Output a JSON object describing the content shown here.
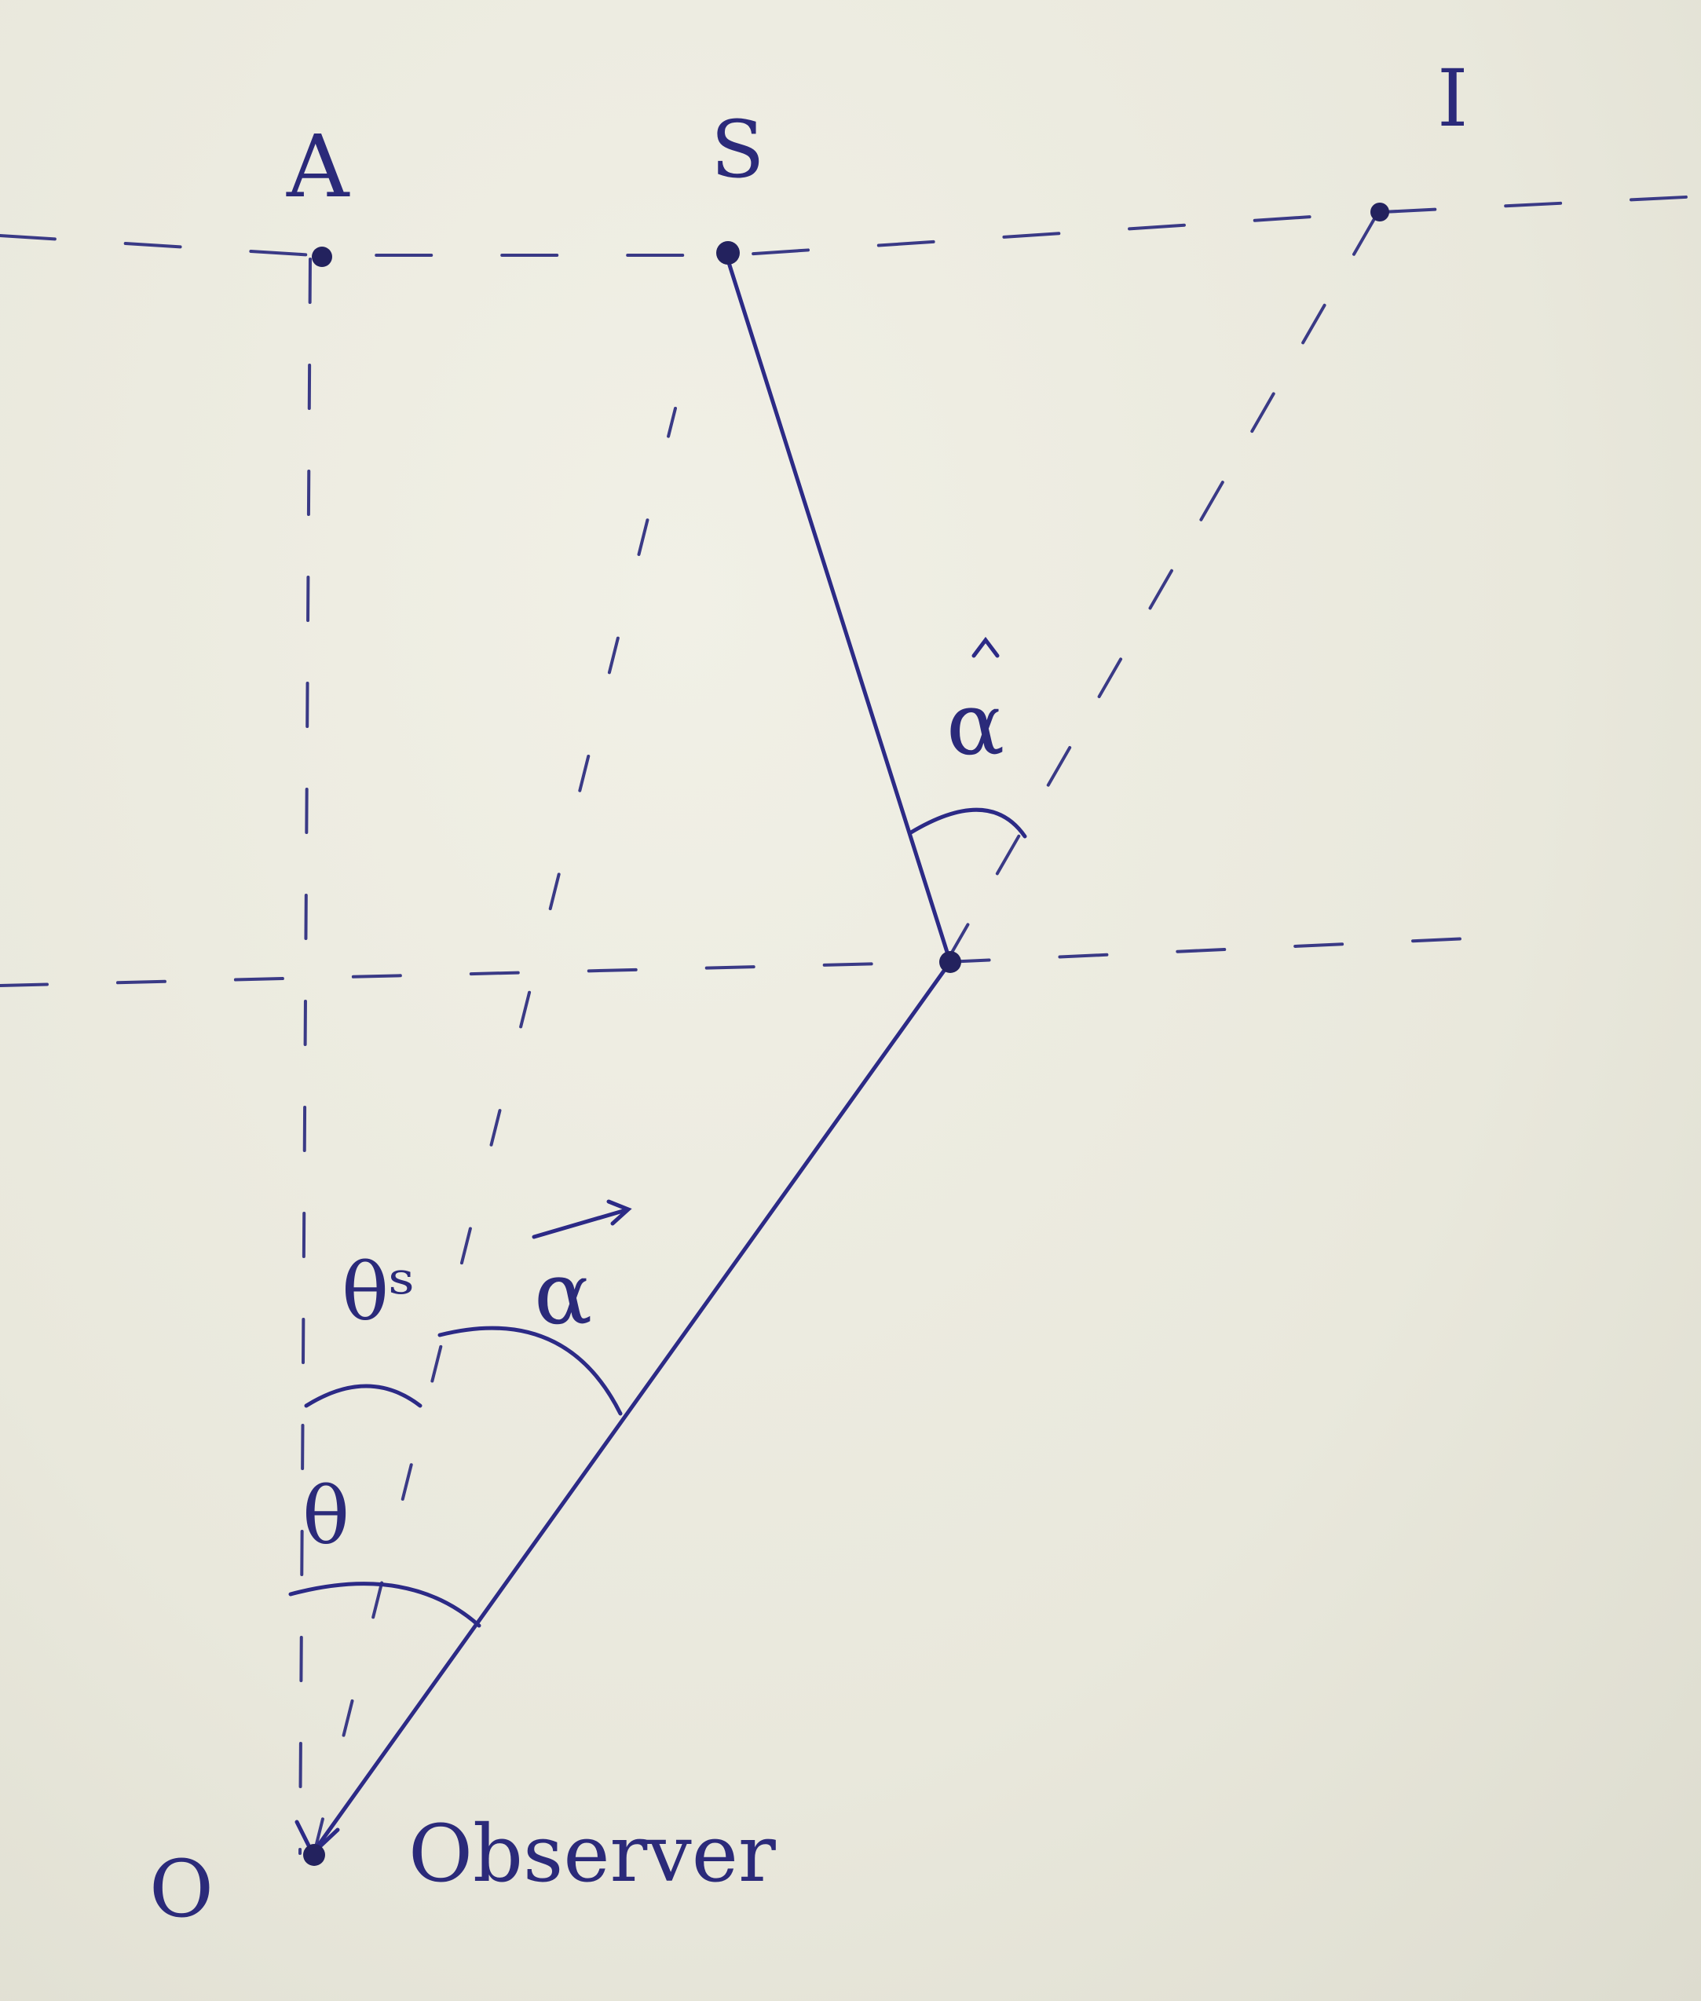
{
  "labels": {
    "point_a": "A",
    "point_s": "S",
    "point_i": "I",
    "point_o": "O",
    "observer": "Observer",
    "theta": "θ",
    "theta_s": "θˢ",
    "alpha_vec": "α",
    "alpha_hat": "α"
  },
  "colors": {
    "ink": "#2c2a86",
    "paper": "#ecebe0"
  }
}
